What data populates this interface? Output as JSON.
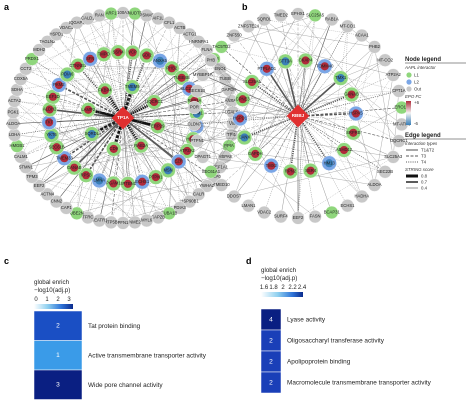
{
  "panel_a": {
    "letter": "a",
    "hub": "TP1A",
    "ring_outer": [
      "S100A10",
      "NUDT5",
      "PSMA5",
      "AIF1L",
      "CFL1",
      "ACTB",
      "ACTG1",
      "HNRNPA1",
      "FLNA",
      "PKM",
      "ENO1",
      "TUBB",
      "GAPDH",
      "ANXA2",
      "LGALS1",
      "VIM",
      "TPI1",
      "PPIA",
      "HSPA8",
      "EEF1A1",
      "RPLP0",
      "YWHAZ",
      "CALR",
      "HSP90B1",
      "PDIA3",
      "TUBA1B",
      "CAPZB",
      "MYL6",
      "NME2",
      "PFN1",
      "ATP5B",
      "HEATR1",
      "TFRC",
      "UBE2N",
      "CAP1",
      "CNN2",
      "ACTN4",
      "EEF2",
      "TPM3",
      "STMN1",
      "CALM1",
      "HMGB1",
      "LDHA",
      "ALDOA",
      "PGK1",
      "ACTA2",
      "SDHA",
      "COX5A",
      "CCT2",
      "PRDX1",
      "MDH2",
      "TAGLN2",
      "HSPD1",
      "VDAC1",
      "IQGAP1",
      "CALD1",
      "RAN",
      "ARF1"
    ],
    "ring_mid": [
      "VCP",
      "GDI2",
      "ANXA5",
      "PHB2",
      "TUBB4B",
      "SLC25A5",
      "RAB1A",
      "NPM1",
      "CLTC",
      "HSPA5",
      "ATP2A2",
      "EZR",
      "MSN",
      "PTPN1",
      "ECHS1",
      "SPTBN1",
      "PGAM1",
      "LMNA",
      "RPS3",
      "GANAB",
      "TMEM33",
      "SEC61B",
      "YKT6",
      "TKT",
      "ALDH2",
      "EEF1D",
      "PKM2",
      "PDIA6",
      "CTNNB1",
      "SFN",
      "TMPO",
      "SSR4"
    ],
    "ring_inner": [
      "TMEM9",
      "UQCRC1",
      "ERP29",
      "RAB2A",
      "CD9",
      "SQRDL",
      "LAMP2",
      "FKBP4"
    ]
  },
  "panel_b": {
    "letter": "b",
    "hub": "RBBJ",
    "ring_outer": [
      "EPHX1",
      "SLC25A5",
      "RAB1A",
      "MT-CO1",
      "ACAA1",
      "PHB2",
      "MT-CO2",
      "ATP2A2",
      "CPT1A",
      "ERO1A",
      "MT-ATP6",
      "UQCRC1",
      "SLC25A3",
      "SEC22B",
      "ALDOA",
      "HADHA",
      "ECHS1",
      "BCAP31",
      "FASN",
      "EEF2",
      "SURF4",
      "VDAC2",
      "LMAN1",
      "DDOST",
      "TMED10",
      "SEC61A1",
      "DPAGT1",
      "PTPN1",
      "CLDN7",
      "POR",
      "SEC61B",
      "MYBBP1A",
      "PHB",
      "TAC5TD2",
      "ZNF550",
      "ZNFSTE24",
      "SQRDL",
      "TMED2"
    ],
    "ring_mid": [
      "CKAP4",
      "TOMM40",
      "TMX1",
      "GANAB",
      "HSPA5",
      "SRPRB",
      "ABHD12",
      "HM13",
      "SSR4",
      "RPN2",
      "TMX2",
      "GAPDH",
      "CANX",
      "HSPD1",
      "CPNE3",
      "SLC25A1",
      "PTPLAD1",
      "STT3A"
    ]
  },
  "legend": {
    "node_title": "Node legend",
    "interactor_title": "AAPL interactor",
    "interactor_items": [
      "L1",
      "L2",
      "Out"
    ],
    "epo_title": "EPO FC",
    "epo_max": "+6",
    "epo_min": "-6",
    "edge_title": "Edge legend",
    "interaction_title": "Interaction types",
    "interaction_items": [
      "T1&T2",
      "T3",
      "T4"
    ],
    "string_title": "STRING score",
    "string_items": [
      "0.8",
      "0.7",
      "0.4"
    ],
    "colors": {
      "L1": "#8fd67c",
      "L2": "#7aa6e6",
      "Out": "#c8c8c8",
      "hub": "#e03030",
      "up": "#b02a3a",
      "down": "#3a7fb8"
    }
  },
  "panel_c": {
    "letter": "c",
    "title_line1": "global enrich",
    "title_line2": "−log10(adj.p)",
    "colorbar_ticks": [
      "0",
      "1",
      "2",
      "3"
    ],
    "terms": [
      "Tat protein binding",
      "Active transmembrane transporter activity",
      "Wide pore channel activity"
    ],
    "values": [
      2,
      1,
      3
    ],
    "cell_labels": [
      "2",
      "1",
      "3"
    ]
  },
  "panel_d": {
    "letter": "d",
    "title_line1": "global enrich",
    "title_line2": "−log10(adj.p)",
    "colorbar_ticks": [
      "1.6",
      "1.8",
      "2",
      "2.2",
      "2.4"
    ],
    "terms": [
      "Lyase activity",
      "Oligosaccharyl transferase activity",
      "Apolipoprotein binding",
      "Macromolecule transmembrane transporter activity"
    ],
    "values": [
      4,
      2,
      2,
      2
    ],
    "cell_labels": [
      "4",
      "2",
      "2",
      "2"
    ]
  }
}
